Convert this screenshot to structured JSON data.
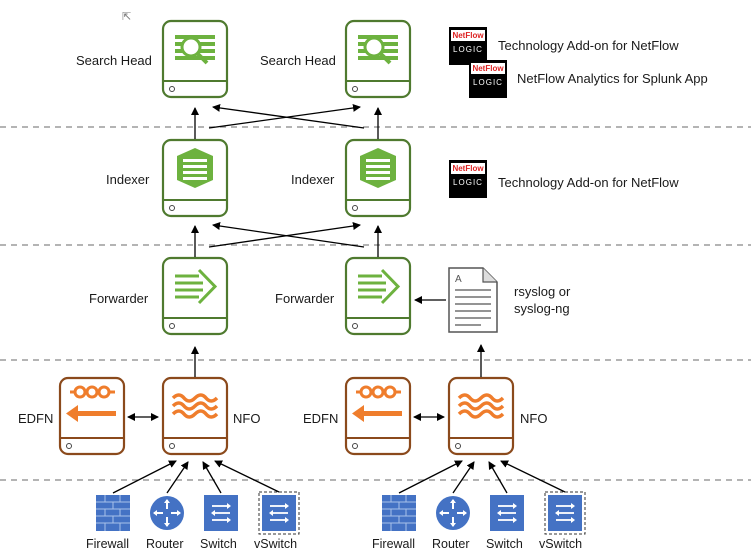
{
  "labels": {
    "search_head": "Search Head",
    "indexer": "Indexer",
    "forwarder": "Forwarder",
    "edfn": "EDFN",
    "nfo": "NFO",
    "rsyslog": "rsyslog or",
    "syslog_ng": "syslog-ng",
    "firewall": "Firewall",
    "router": "Router",
    "switch": "Switch",
    "vswitch": "vSwitch"
  },
  "apps": {
    "ta_netflow": "Technology Add-on for NetFlow",
    "netflow_analytics": "NetFlow Analytics for Splunk App"
  },
  "logo": {
    "top": "NetFlow",
    "bottom": "LOGIC"
  },
  "colors": {
    "green": "#4f7a2f",
    "green_icon": "#6db23f",
    "orange_border": "#8b4a1c",
    "orange_icon": "#ef7d2c",
    "blue_device": "#4472c4",
    "dashed": "#888888"
  }
}
